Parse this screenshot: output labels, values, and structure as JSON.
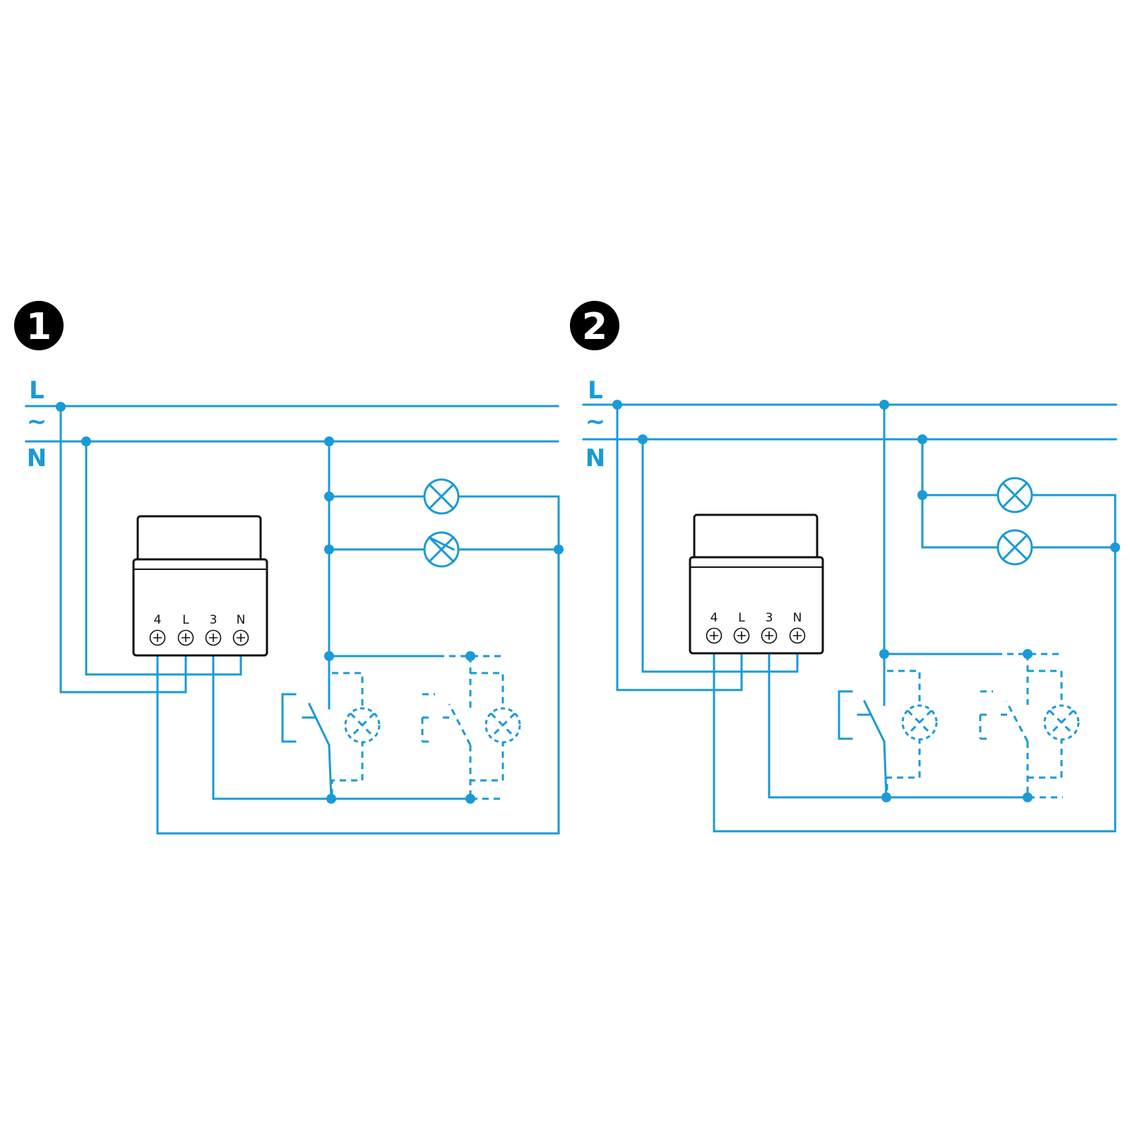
{
  "colors": {
    "wire": "#1a9ad6",
    "device_outline": "#111111",
    "badge": "#000000"
  },
  "diagrams": [
    {
      "badge": "1",
      "rails": {
        "live": "L",
        "ac": "~",
        "neutral": "N"
      },
      "terminals": [
        "4",
        "L",
        "3",
        "N"
      ]
    },
    {
      "badge": "2",
      "rails": {
        "live": "L",
        "ac": "~",
        "neutral": "N"
      },
      "terminals": [
        "4",
        "L",
        "3",
        "N"
      ]
    }
  ]
}
